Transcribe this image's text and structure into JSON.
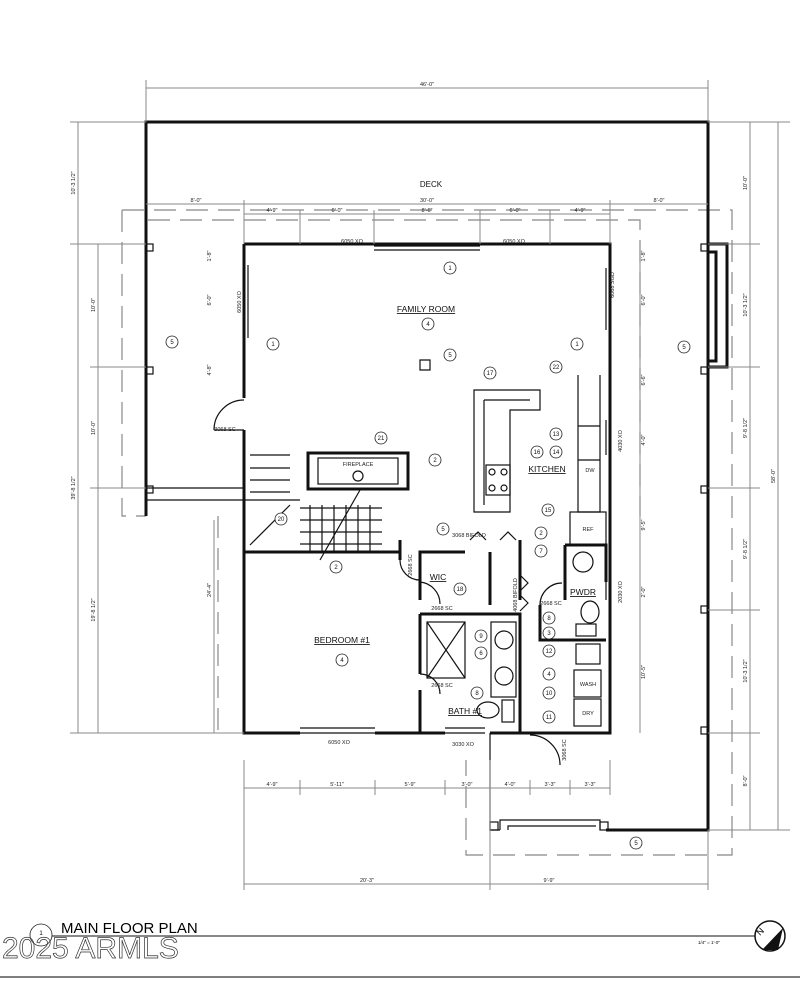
{
  "title": "MAIN FLOOR PLAN",
  "title_number": "1",
  "scale": "1/4\" = 1'-0\"",
  "watermark": "2025 ARMLS",
  "north_arrow": "N",
  "rooms": {
    "deck": "DECK",
    "family_room": "FAMILY ROOM",
    "kitchen": "KITCHEN",
    "bedroom": "BEDROOM #1",
    "wic": "WIC",
    "pwdr": "PWDR",
    "bath": "BATH #1"
  },
  "fixtures": {
    "fireplace": "FIREPLACE",
    "ref": "REF",
    "dw": "DW",
    "wash": "WASH",
    "dry": "DRY"
  },
  "openings": [
    "6050 XO",
    "6050 XO",
    "6050 XO",
    "6068 SGD",
    "4030 XO",
    "2030 XO",
    "3030 XO",
    "6050 XO",
    "3068 SC",
    "2668 SC",
    "3068 BIFOLD",
    "4068 BIFOLD",
    "2668 SC",
    "2668 SC",
    "2668 SC",
    "3068 SC"
  ],
  "dimensions": {
    "top": [
      "46'-0\"",
      "8'-0\"",
      "30'-0\"",
      "8'-0\"",
      "4'-9\"",
      "6'-0\"",
      "8'-6\"",
      "6'-0\"",
      "4'-9\""
    ],
    "bottom": [
      "4'-9\"",
      "5'-11\"",
      "5'-9\"",
      "3'-0\"",
      "4'-0\"",
      "3'-3\"",
      "3'-3\"",
      "20'-3\"",
      "9'-9\""
    ],
    "left": [
      "10'-3 1/2\"",
      "39'-8 1/2\"",
      "10'-0\"",
      "10'-0\"",
      "19'-8 1/2\"",
      "24'-4\"",
      "1'-8\"",
      "6'-0\"",
      "4'-8\""
    ],
    "right": [
      "10'-0\"",
      "10'-3 1/2\"",
      "9'-8 1/2\"",
      "9'-8 1/2\"",
      "10'-3 1/2\"",
      "8'-0\"",
      "58'-0\"",
      "1'-8\"",
      "6'-0\"",
      "6'-6\"",
      "4'-0\"",
      "9'-5\"",
      "2'-0\"",
      "10'-5\""
    ]
  },
  "callouts": [
    "1",
    "1",
    "1",
    "5",
    "5",
    "5",
    "5",
    "5",
    "4",
    "4",
    "4",
    "17",
    "22",
    "21",
    "2",
    "2",
    "2",
    "20",
    "13",
    "14",
    "16",
    "15",
    "7",
    "18",
    "8",
    "9",
    "6",
    "8",
    "3",
    "12",
    "10",
    "11"
  ]
}
